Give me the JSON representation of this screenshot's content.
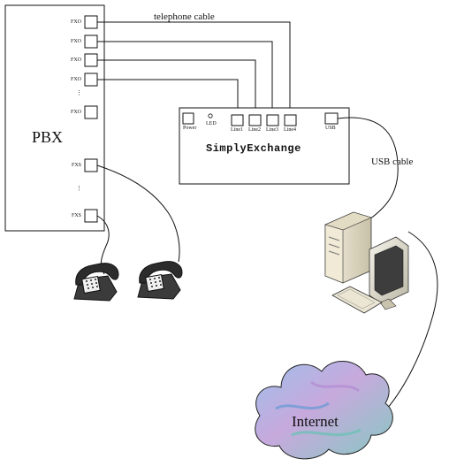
{
  "pbx": {
    "title": "PBX",
    "fxo_ports": [
      "FXO",
      "FXO",
      "FXO",
      "FXO",
      "FXO"
    ],
    "fxs_ports": [
      "FXS",
      "FXS"
    ],
    "ellipsis_1": "⋮",
    "ellipsis_2": "⋮"
  },
  "exchange": {
    "title": "SimplyExchange",
    "power_label": "Power",
    "led_label": "LED",
    "line_labels": [
      "Line1",
      "Line2",
      "Line3",
      "Line4"
    ],
    "usb_label": "USB"
  },
  "cables": {
    "telephone": "telephone cable",
    "usb": "USB cable"
  },
  "cloud": {
    "label": "Internet"
  },
  "colors": {
    "stroke": "#111111",
    "cloud_blue": "#8fb4e0",
    "cloud_purple": "#c9a8dc",
    "cloud_teal": "#7fc8c0",
    "pc_beige": "#e9e3cf"
  }
}
